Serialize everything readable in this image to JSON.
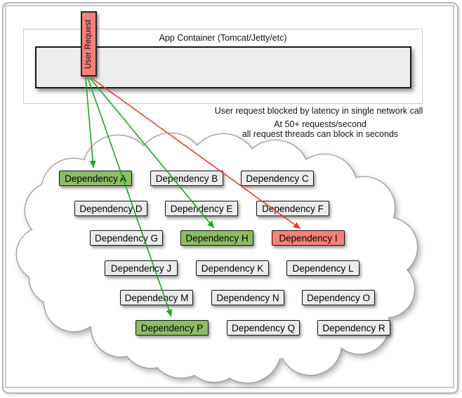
{
  "colors": {
    "reached_fill": "#8cbd62",
    "idle_fill": "#ececec",
    "blocked_fill": "#f8807a",
    "arrow_green": "#1ca51c",
    "arrow_red": "#e73c2d"
  },
  "app_container": {
    "label": "App Container (Tomcat/Jetty/etc)"
  },
  "user_request": {
    "label": "User Request"
  },
  "annotations": {
    "blocked_note": "User request blocked by latency in single network call",
    "rate_note_line1": "At 50+ requests/second",
    "rate_note_line2": "all request threads can block in seconds"
  },
  "dependencies": [
    {
      "label": "Dependency A",
      "state": "reached"
    },
    {
      "label": "Dependency B",
      "state": "idle"
    },
    {
      "label": "Dependency C",
      "state": "idle"
    },
    {
      "label": "Dependency D",
      "state": "idle"
    },
    {
      "label": "Dependency E",
      "state": "idle"
    },
    {
      "label": "Dependency F",
      "state": "idle"
    },
    {
      "label": "Dependency G",
      "state": "idle"
    },
    {
      "label": "Dependency H",
      "state": "reached"
    },
    {
      "label": "Dependency I",
      "state": "blocked"
    },
    {
      "label": "Dependency J",
      "state": "idle"
    },
    {
      "label": "Dependency K",
      "state": "idle"
    },
    {
      "label": "Dependency L",
      "state": "idle"
    },
    {
      "label": "Dependency M",
      "state": "idle"
    },
    {
      "label": "Dependency N",
      "state": "idle"
    },
    {
      "label": "Dependency O",
      "state": "idle"
    },
    {
      "label": "Dependency P",
      "state": "reached"
    },
    {
      "label": "Dependency Q",
      "state": "idle"
    },
    {
      "label": "Dependency R",
      "state": "idle"
    }
  ],
  "arrows": [
    {
      "from": "User Request",
      "to": "Dependency A",
      "style": "green"
    },
    {
      "from": "User Request",
      "to": "Dependency P",
      "style": "green"
    },
    {
      "from": "User Request",
      "to": "Dependency H",
      "style": "green"
    },
    {
      "from": "User Request",
      "to": "Dependency I",
      "style": "red"
    }
  ]
}
